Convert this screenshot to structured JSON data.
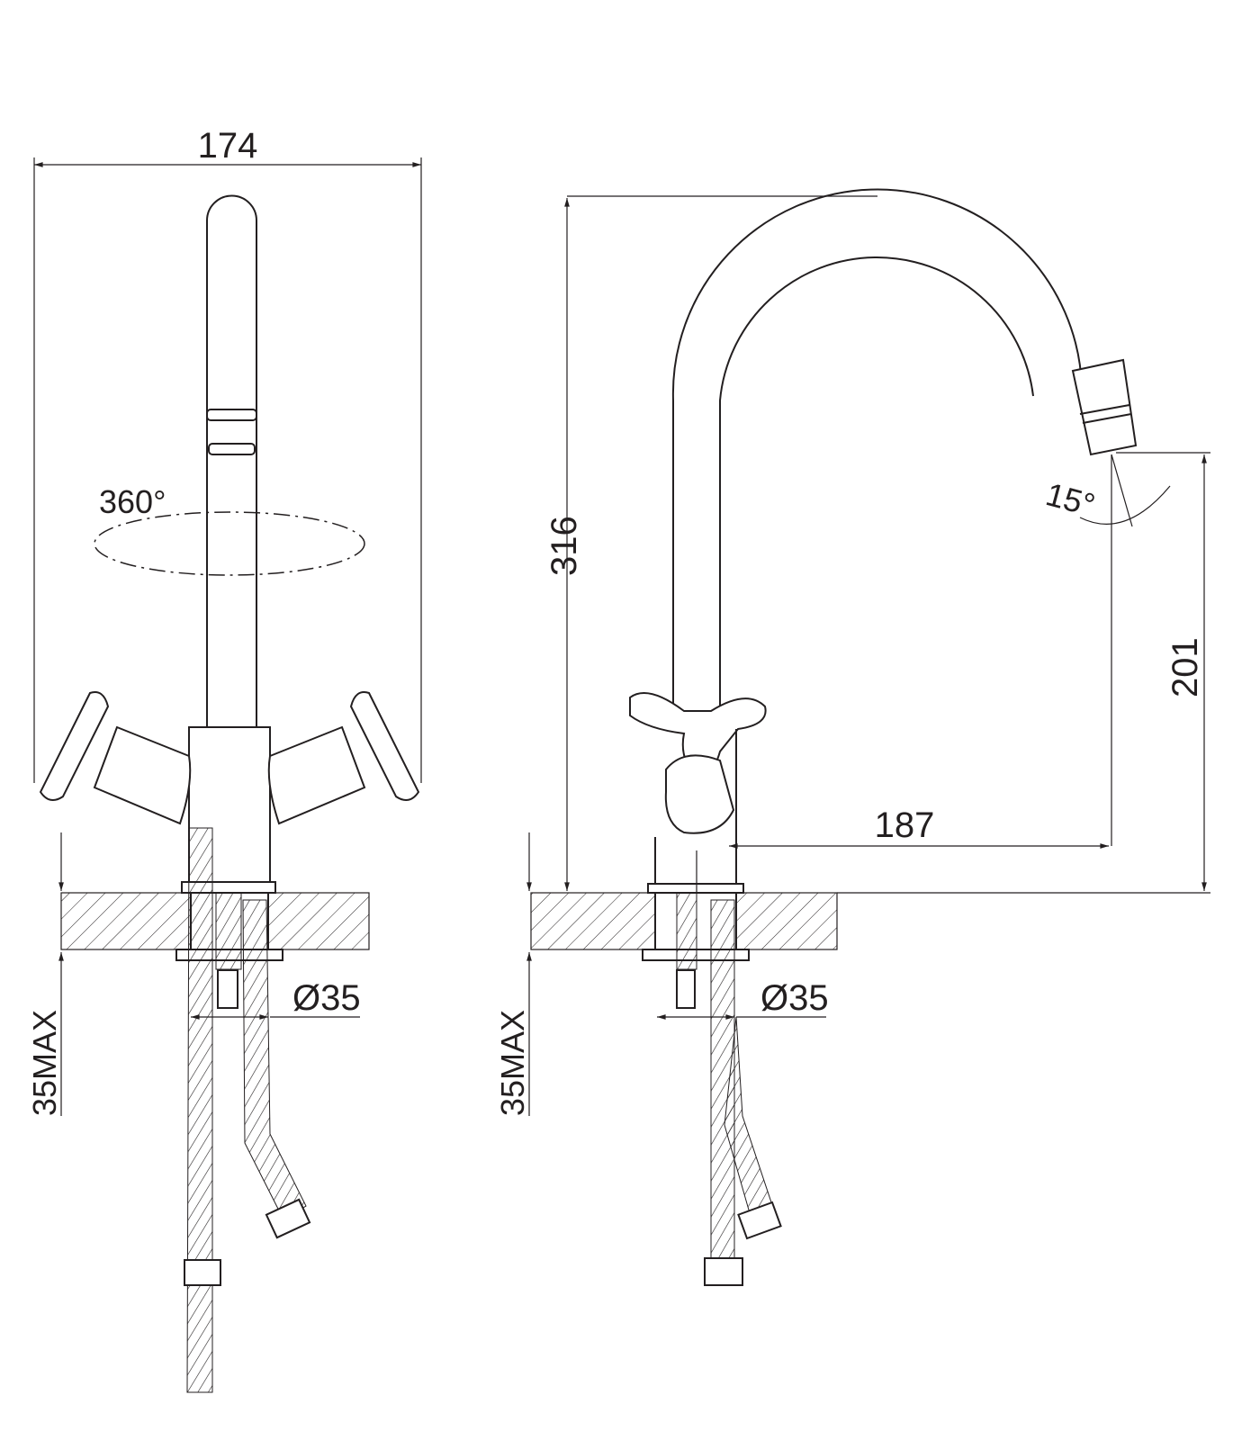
{
  "diagram": {
    "front_view": {
      "width_label": "174",
      "rotation_label": "360°",
      "hole_diameter_label": "Ø35",
      "counter_thickness_label": "35MAX"
    },
    "side_view": {
      "height_label": "316",
      "spout_angle_label": "15°",
      "spout_outlet_height_label": "201",
      "spout_reach_label": "187",
      "hole_diameter_label": "Ø35",
      "counter_thickness_label": "35MAX"
    },
    "colors": {
      "line": "#231f20",
      "background": "#ffffff"
    }
  }
}
